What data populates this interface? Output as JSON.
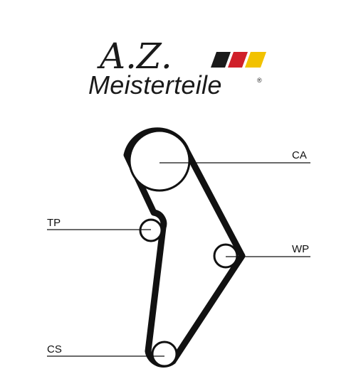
{
  "brand": {
    "monogram": "A.Z.",
    "name": "Meisterteile",
    "registered": "®",
    "flag_colors": [
      "#1a1a1a",
      "#d0202a",
      "#f2c200"
    ]
  },
  "diagram": {
    "pulleys": [
      {
        "id": "ca",
        "label": "CA"
      },
      {
        "id": "tp",
        "label": "TP"
      },
      {
        "id": "wp",
        "label": "WP"
      },
      {
        "id": "cs",
        "label": "CS"
      }
    ]
  },
  "colors": {
    "belt": "#111111",
    "line": "#111111"
  }
}
